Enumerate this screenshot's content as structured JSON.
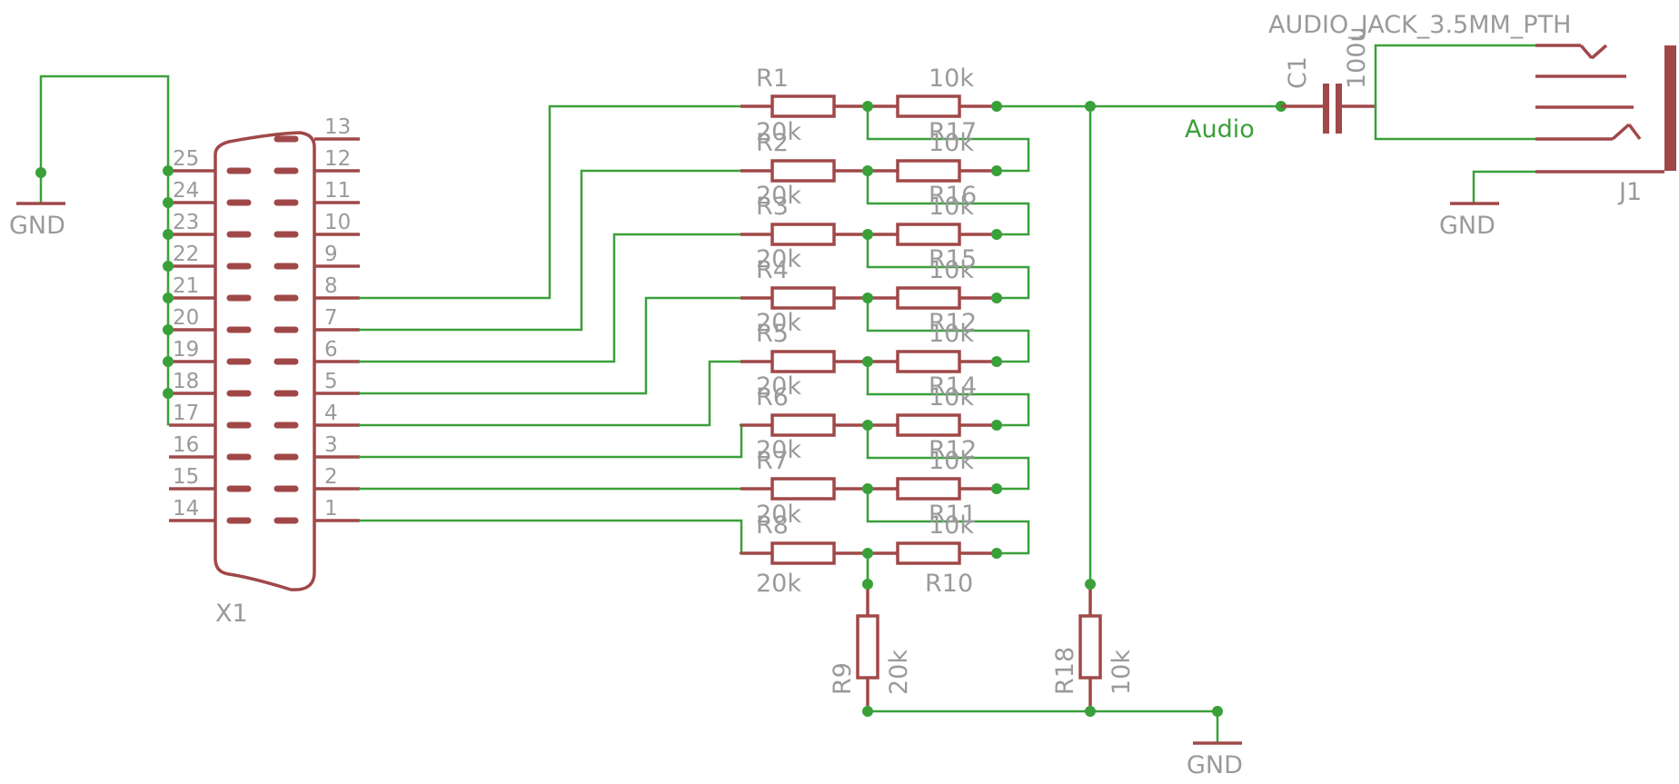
{
  "labels": {
    "gnd": "GND",
    "connector_ref": "X1",
    "audio_net": "Audio",
    "jack_value": "AUDIO_JACK_3.5MM_PTH",
    "jack_ref": "J1",
    "cap_ref": "C1",
    "cap_value": "100u",
    "r1": "R1",
    "r9": "R9",
    "r10": "R10",
    "r18": "R18",
    "v10k": "10k",
    "v20k": "20k"
  },
  "ladder_overlaps": [
    {
      "left": "R2",
      "right": "R17"
    },
    {
      "left": "R3",
      "right": "R16"
    },
    {
      "left": "R4",
      "right": "R15"
    },
    {
      "left": "R5",
      "right": "R12"
    },
    {
      "left": "R6",
      "right": "R14"
    },
    {
      "left": "R7",
      "right": "R12"
    },
    {
      "left": "R8",
      "right": "R11"
    }
  ],
  "pins_top_row": [
    "13",
    "12",
    "11",
    "10",
    "9",
    "8",
    "7",
    "6",
    "5",
    "4",
    "3",
    "2",
    "1"
  ],
  "pins_bottom_row": [
    "25",
    "24",
    "23",
    "22",
    "21",
    "20",
    "19",
    "18",
    "17",
    "16",
    "15",
    "14"
  ]
}
